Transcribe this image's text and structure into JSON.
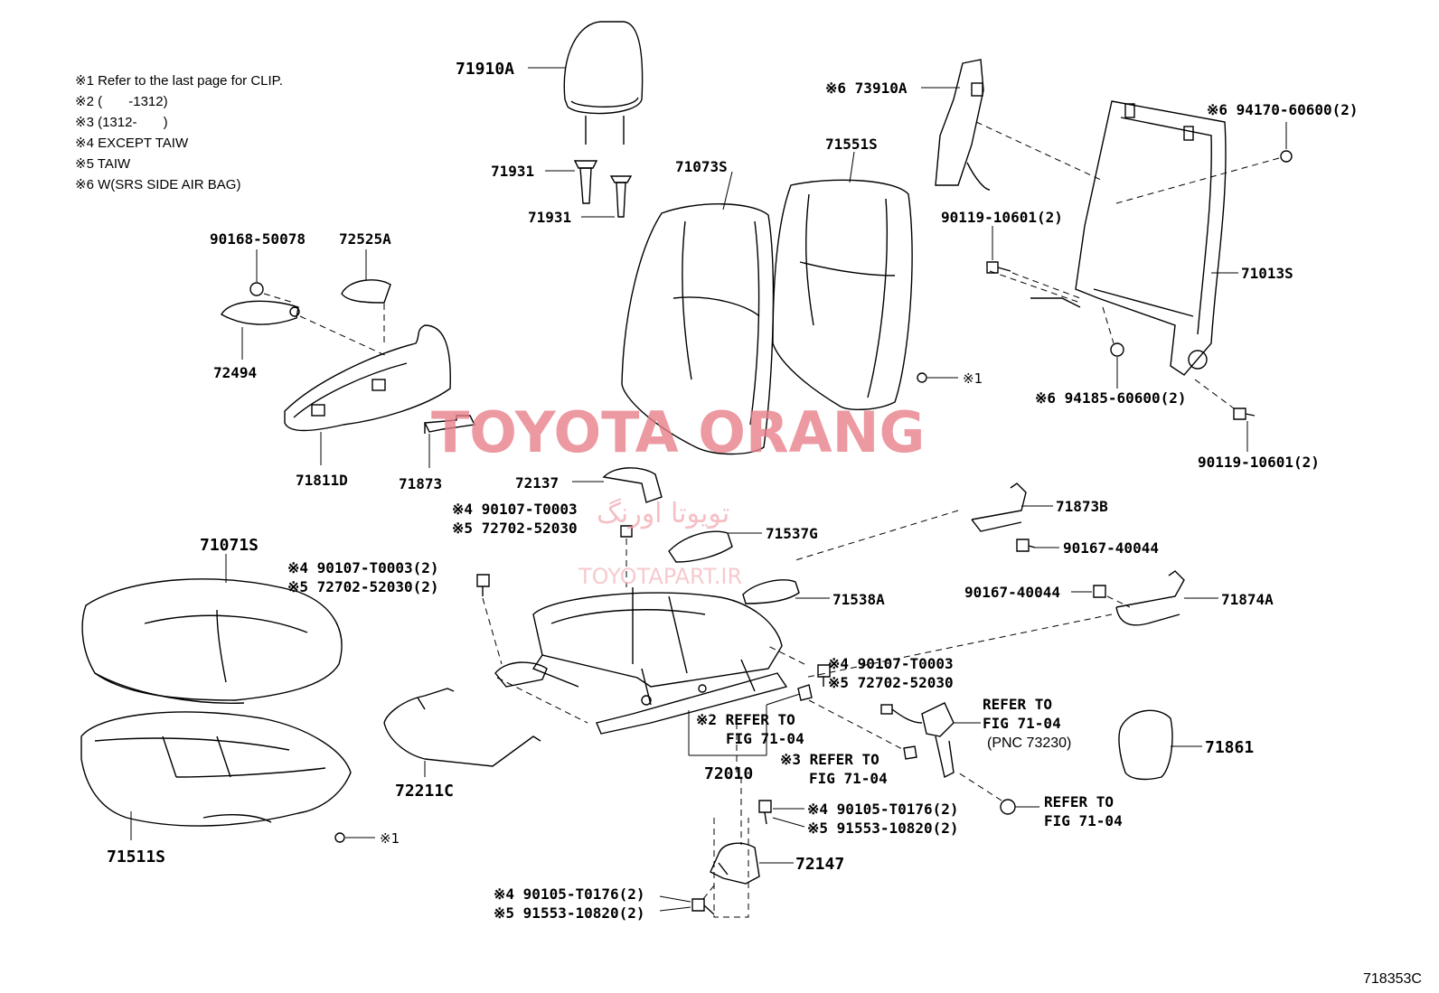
{
  "notes": [
    "※1 Refer to the last page for CLIP.",
    "※2 (       -1312)",
    "※3 (1312-       )",
    "※4 EXCEPT TAIW",
    "※5 TAIW",
    "※6 W(SRS SIDE AIR BAG)"
  ],
  "labels": {
    "p71910A": "71910A",
    "p71931a": "71931",
    "p71931b": "71931",
    "p71073S": "71073S",
    "p71551S": "71551S",
    "p73910A": "※6 73910A",
    "p94170": "※6 94170-60600(2)",
    "p90119a": "90119-10601(2)",
    "p71013S": "71013S",
    "p94185": "※6 94185-60600(2)",
    "p90119b": "90119-10601(2)",
    "p90168": "90168-50078",
    "p72525A": "72525A",
    "p72494": "72494",
    "p71811D": "71811D",
    "p71873": "71873",
    "clip1": "※1",
    "clip2": "※1",
    "p72137": "72137",
    "p90107a": "※4 90107-T0003",
    "p72702a": "※5 72702-52030",
    "p71537G": "71537G",
    "p71873B": "71873B",
    "p90167a": "90167-40044",
    "p90167b": "90167-40044",
    "p71874A": "71874A",
    "p71071S": "71071S",
    "p90107b": "※4 90107-T0003(2)",
    "p72702b": "※5 72702-52030(2)",
    "p71538A": "71538A",
    "p90107c": "※4 90107-T0003",
    "p72702c": "※5 72702-52030",
    "ref2a": "※2 REFER TO",
    "ref2b": "FIG 71-04",
    "p72010": "72010",
    "ref3a": "※3 REFER TO",
    "ref3b": "FIG 71-04",
    "refBeltA": "REFER TO",
    "refBeltB": "FIG 71-04",
    "refBeltC": "(PNC 73230)",
    "p71861": "71861",
    "refNutA": "REFER TO",
    "refNutB": "FIG 71-04",
    "p72211C": "72211C",
    "p71511S": "71511S",
    "p90105a": "※4 90105-T0176(2)",
    "p91553a": "※5 91553-10820(2)",
    "p72147": "72147",
    "p90105b": "※4 90105-T0176(2)",
    "p91553b": "※5 91553-10820(2)",
    "figure_no": "718353C"
  },
  "watermark": {
    "main": "TOYOTA ORANG",
    "persian": "تویوتا اورنگ",
    "site": "TOYOTAPART.IR"
  }
}
